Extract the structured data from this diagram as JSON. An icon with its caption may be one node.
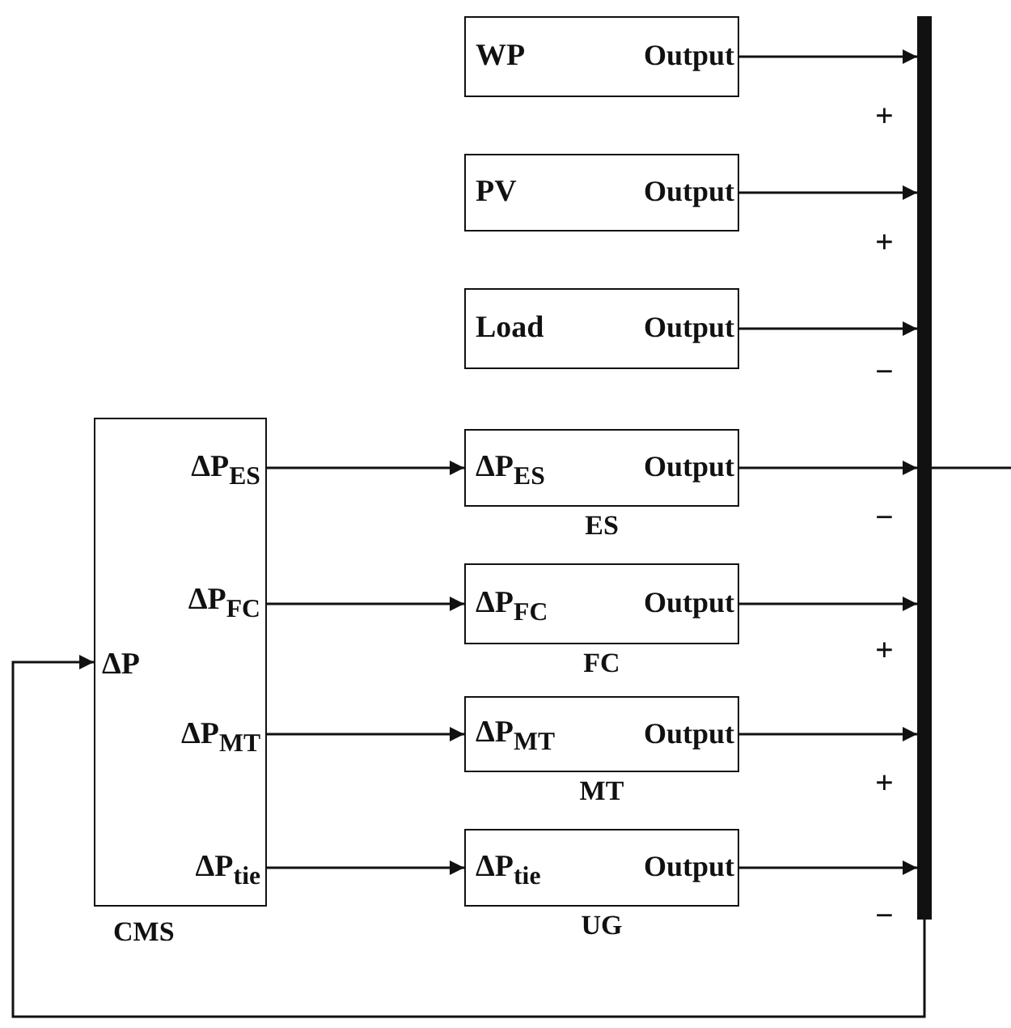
{
  "diagram": {
    "nodes": [
      {
        "text": [
          "WP",
          "Output"
        ]
      },
      {
        "text": [
          "PV",
          "Output"
        ]
      },
      {
        "text": [
          "Load",
          "Output"
        ]
      },
      {
        "text": [
          "ΔP",
          "ΔP$_{ES}$",
          "ΔP$_{FC}$",
          "ΔP$_{MT}$",
          "ΔP$_{tie}$"
        ],
        "beside": [
          "CMS"
        ]
      },
      {
        "text": [
          "ΔP$_{ES}$",
          "Output"
        ],
        "beside": [
          "ES"
        ]
      },
      {
        "text": [
          "ΔP$_{FC}$",
          "Output"
        ],
        "beside": [
          "FC"
        ]
      },
      {
        "text": [
          "ΔP$_{MT}$",
          "Output"
        ],
        "beside": [
          "MT"
        ]
      },
      {
        "text": [
          "ΔP$_{tie}$",
          "Output"
        ],
        "beside": [
          "UG"
        ]
      },
      {
        "text": [],
        "shape": "bar"
      }
    ],
    "edges": [
      {
        "from": 0,
        "to": 8,
        "arrow": "to"
      },
      {
        "from": 1,
        "to": 8,
        "arrow": "to"
      },
      {
        "from": 2,
        "to": 8,
        "arrow": "to"
      },
      {
        "from": 3,
        "to": 4,
        "arrow": "to"
      },
      {
        "from": 4,
        "to": 8,
        "arrow": "to"
      },
      {
        "from": 3,
        "to": 5,
        "arrow": "to"
      },
      {
        "from": 5,
        "to": 8,
        "arrow": "to"
      },
      {
        "from": 3,
        "to": 6,
        "arrow": "to"
      },
      {
        "from": 6,
        "to": 8,
        "arrow": "to"
      },
      {
        "from": 3,
        "to": 7,
        "arrow": "to"
      },
      {
        "from": 7,
        "to": 8,
        "arrow": "to"
      },
      {
        "from": 8,
        "to": null,
        "arrow": "none"
      },
      {
        "from": 8,
        "to": 3,
        "arrow": "to"
      }
    ],
    "labels": [
      "+",
      "+",
      "−",
      "−",
      "+",
      "+",
      "−"
    ]
  }
}
